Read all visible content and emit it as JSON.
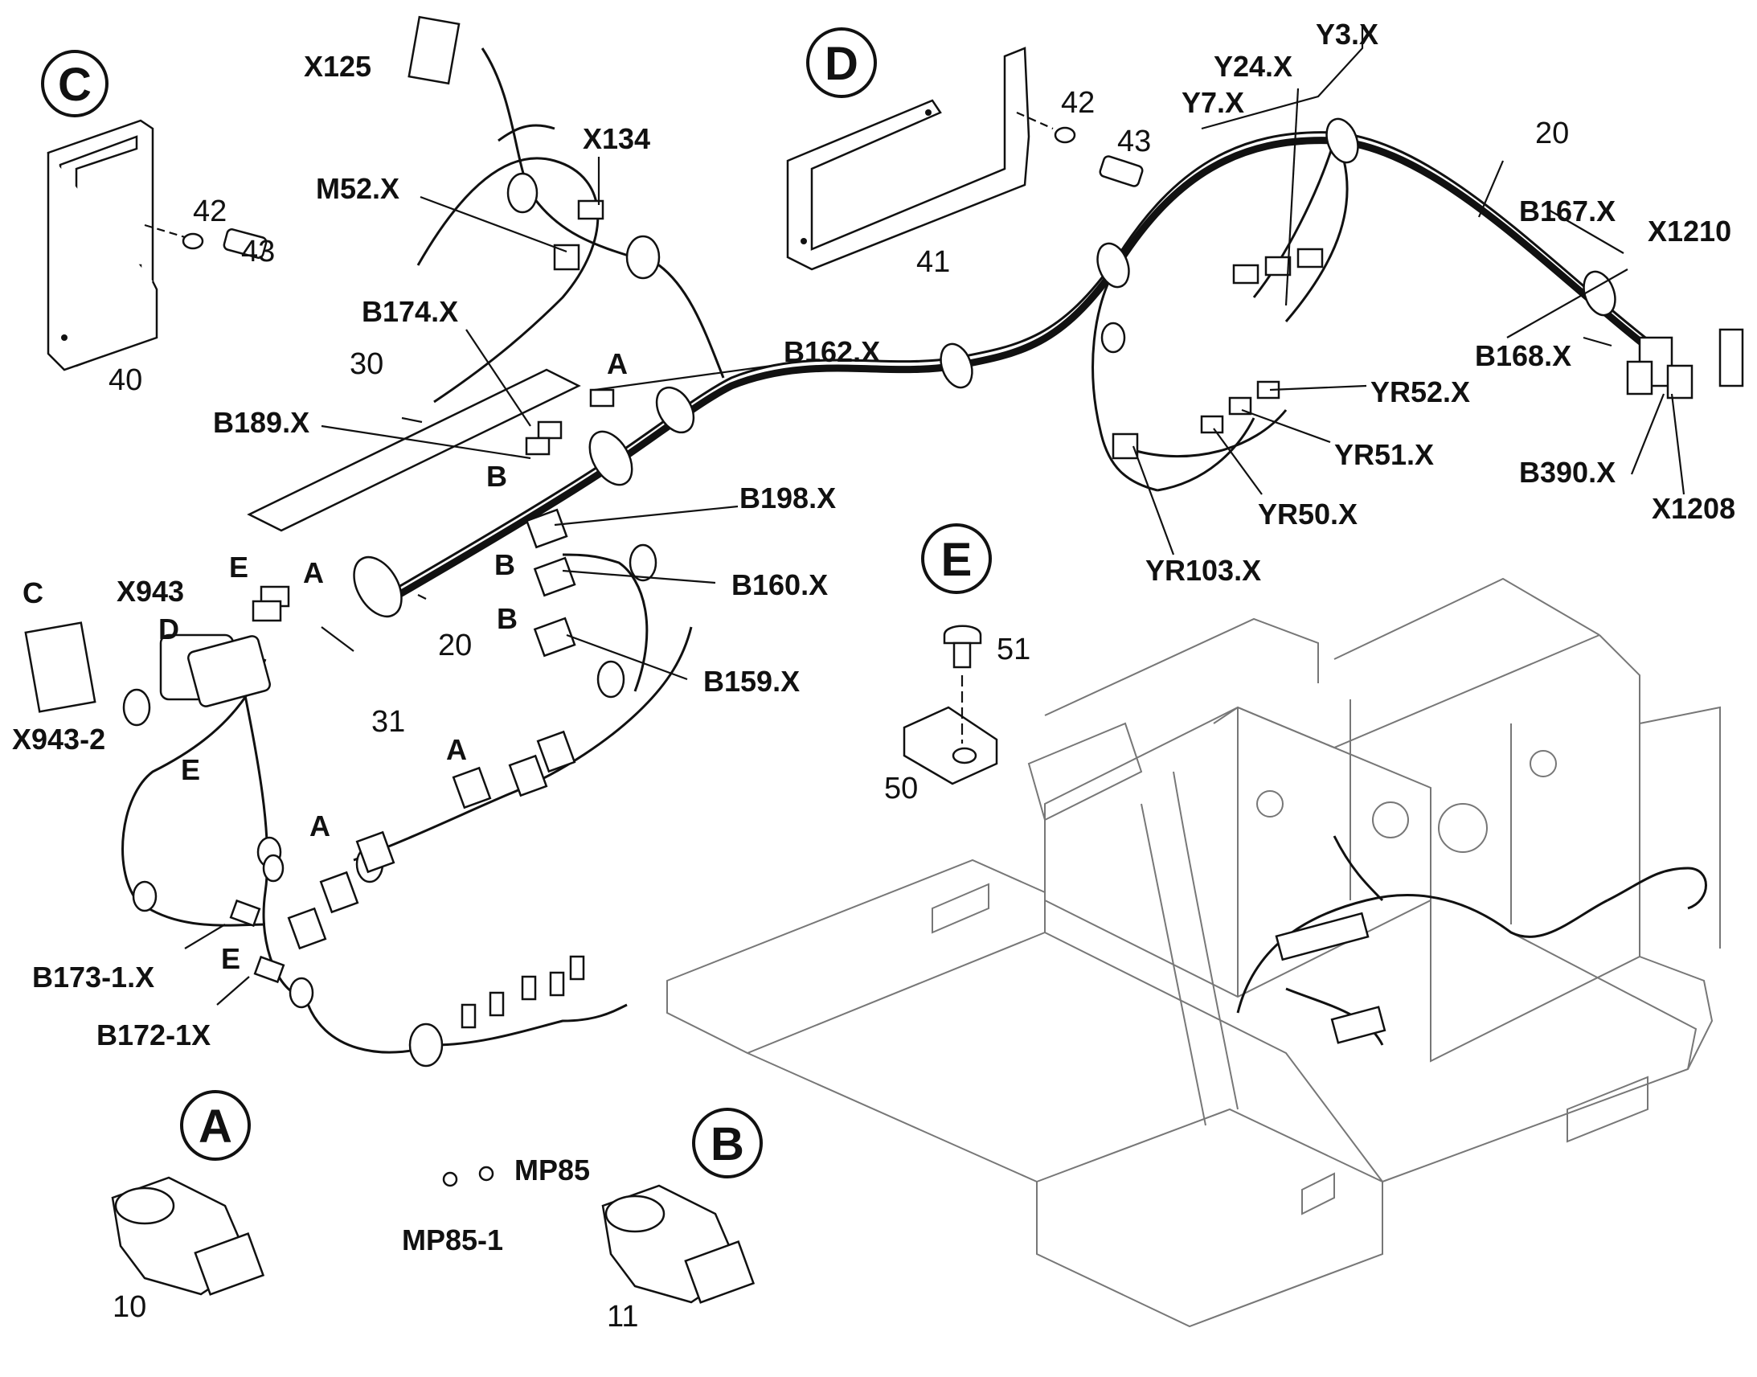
{
  "callouts": {
    "C": "C",
    "D": "D",
    "E": "E",
    "A": "A",
    "B": "B"
  },
  "numbers": {
    "n40": "40",
    "n42a": "42",
    "n43a": "43",
    "n41": "41",
    "n42b": "42",
    "n43b": "43",
    "n30": "30",
    "n20a": "20",
    "n20b": "20",
    "n31": "31",
    "n51": "51",
    "n50": "50",
    "n10": "10",
    "n11": "11"
  },
  "labels": {
    "X125": "X125",
    "X134": "X134",
    "M52X": "M52.X",
    "B174X": "B174.X",
    "B162X": "B162.X",
    "B189X": "B189.X",
    "B198X": "B198.X",
    "B160X": "B160.X",
    "B159X": "B159.X",
    "X943": "X943",
    "X9432": "X943-2",
    "B1731X": "B173-1.X",
    "B1721X": "B172-1X",
    "MP85": "MP85",
    "MP851": "MP85-1",
    "Y3X": "Y3.X",
    "Y24X": "Y24.X",
    "Y7X": "Y7.X",
    "B167X": "B167.X",
    "X1210": "X1210",
    "B168X": "B168.X",
    "YR52X": "YR52.X",
    "YR51X": "YR51.X",
    "YR50X": "YR50.X",
    "YR103X": "YR103.X",
    "B390X": "B390.X",
    "X1208": "X1208"
  },
  "letter_tags": {
    "A1": "A",
    "A2": "A",
    "A3": "A",
    "A4": "A",
    "B1": "B",
    "B2": "B",
    "B3": "B",
    "C1": "C",
    "D1": "D",
    "E1": "E",
    "E2": "E",
    "E3": "E"
  }
}
